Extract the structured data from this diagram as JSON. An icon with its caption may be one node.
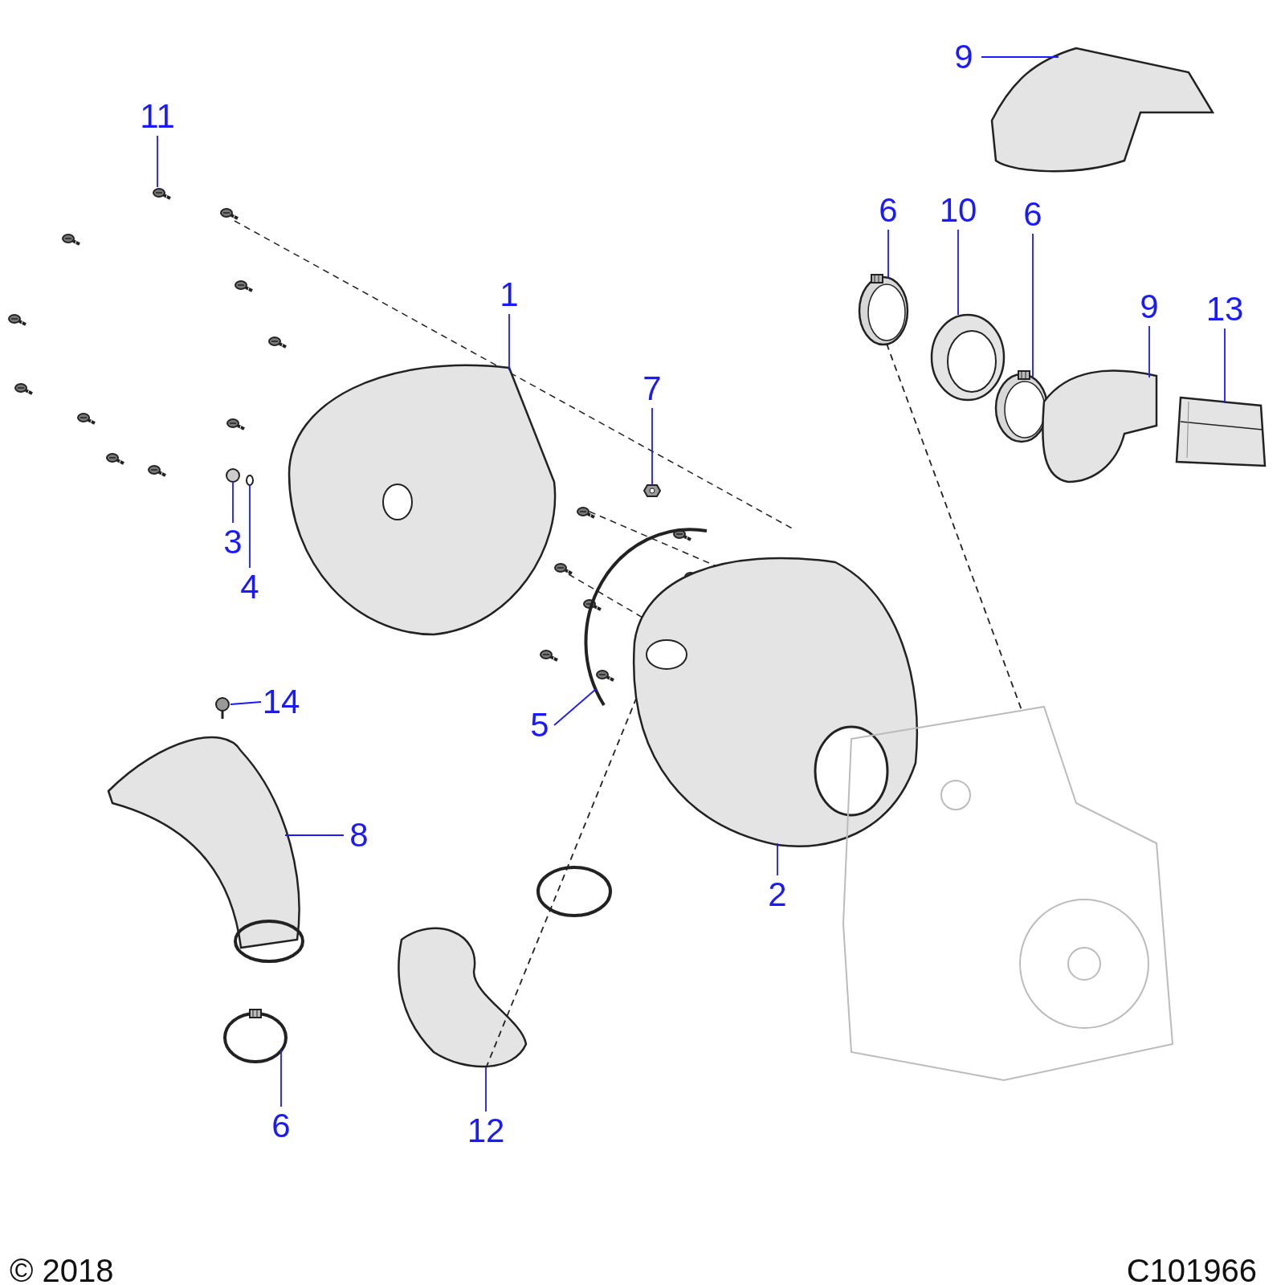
{
  "diagram": {
    "nodes": [
      {
        "text": [
          "11"
        ]
      },
      {
        "text": [],
        "shape": "picture"
      },
      {
        "text": [
          "1"
        ]
      },
      {
        "text": [],
        "shape": "picture"
      },
      {
        "text": [
          "7"
        ]
      },
      {
        "text": [],
        "shape": "picture"
      },
      {
        "text": [
          "3"
        ]
      },
      {
        "text": [],
        "shape": "picture"
      },
      {
        "text": [
          "4"
        ]
      },
      {
        "text": [],
        "shape": "picture"
      },
      {
        "text": [
          "14"
        ]
      },
      {
        "text": [],
        "shape": "picture"
      },
      {
        "text": [
          "5"
        ]
      },
      {
        "text": [],
        "shape": "picture"
      },
      {
        "text": [
          "8"
        ]
      },
      {
        "text": [],
        "shape": "picture"
      },
      {
        "text": [
          "2"
        ]
      },
      {
        "text": [],
        "shape": "picture"
      },
      {
        "text": [
          "6"
        ]
      },
      {
        "text": [],
        "shape": "picture"
      },
      {
        "text": [
          "12"
        ]
      },
      {
        "text": [],
        "shape": "picture"
      },
      {
        "text": [
          "9"
        ]
      },
      {
        "text": [],
        "shape": "picture"
      },
      {
        "text": [
          "6"
        ]
      },
      {
        "text": [],
        "shape": "picture"
      },
      {
        "text": [
          "10"
        ]
      },
      {
        "text": [],
        "shape": "picture"
      },
      {
        "text": [
          "6"
        ]
      },
      {
        "text": [],
        "shape": "picture"
      },
      {
        "text": [
          "9"
        ]
      },
      {
        "text": [],
        "shape": "picture"
      },
      {
        "text": [
          "13"
        ]
      },
      {
        "text": [],
        "shape": "picture"
      },
      {
        "text": [],
        "shape": "picture"
      }
    ],
    "edges": [
      {
        "from": 0,
        "to": 1,
        "arrow": "none"
      },
      {
        "from": 2,
        "to": 3,
        "arrow": "none"
      },
      {
        "from": 4,
        "to": 5,
        "arrow": "none"
      },
      {
        "from": 6,
        "to": 7,
        "arrow": "none"
      },
      {
        "from": 8,
        "to": 9,
        "arrow": "none"
      },
      {
        "from": 10,
        "to": 11,
        "arrow": "none"
      },
      {
        "from": 12,
        "to": 13,
        "arrow": "none"
      },
      {
        "from": 14,
        "to": 15,
        "arrow": "none"
      },
      {
        "from": 16,
        "to": 17,
        "arrow": "none"
      },
      {
        "from": 18,
        "to": 19,
        "arrow": "none"
      },
      {
        "from": 20,
        "to": 21,
        "arrow": "none"
      },
      {
        "from": 22,
        "to": 23,
        "arrow": "none"
      },
      {
        "from": 24,
        "to": 25,
        "arrow": "none"
      },
      {
        "from": 26,
        "to": 27,
        "arrow": "none"
      },
      {
        "from": 28,
        "to": 29,
        "arrow": "none"
      },
      {
        "from": 30,
        "to": 31,
        "arrow": "none"
      },
      {
        "from": 32,
        "to": 33,
        "arrow": "none"
      },
      {
        "from": 25,
        "to": 34,
        "arrow": "none",
        "style": "dashed",
        "color": "#222222"
      },
      {
        "from": 21,
        "to": 17,
        "arrow": "none",
        "style": "dashed",
        "color": "#222222"
      }
    ],
    "labels": [
      "© 2018",
      "C101966"
    ]
  }
}
